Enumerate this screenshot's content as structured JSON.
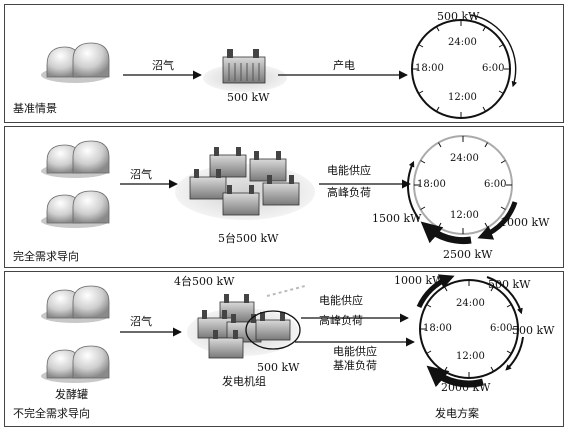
{
  "scenarios": [
    {
      "label": "基准情景",
      "arrow_in": "沼气",
      "gen_label": "500 kW",
      "arrow_out": "产电",
      "clock_top": "500 kW",
      "clock_ticks": [
        "24:00",
        "6:00",
        "12:00",
        "18:00"
      ]
    },
    {
      "label": "完全需求导向",
      "arrow_in": "沼气",
      "gen_label": "5台500 kW",
      "arrow_out_line1": "电能供应",
      "arrow_out_line2": "高峰负荷",
      "clock_ticks": [
        "24:00",
        "6:00",
        "12:00",
        "18:00"
      ],
      "power_left": "1500 kW",
      "power_right": "1000 kW",
      "power_bottom": "2500 kW"
    },
    {
      "label": "不完全需求导向",
      "tank_label": "发酵罐",
      "arrow_in": "沼气",
      "gen_top": "4台500 kW",
      "gen_label": "500 kW",
      "gen_group": "发电机组",
      "arrow_out_a_line1": "电能供应",
      "arrow_out_a_line2": "高峰负荷",
      "arrow_out_b_line1": "电能供应",
      "arrow_out_b_line2": "基准负荷",
      "clock_ticks": [
        "24:00",
        "6:00",
        "12:00",
        "18:00"
      ],
      "power_top_left": "1000 kW",
      "power_top_right": "500 kW",
      "power_right": "500 kW",
      "power_bottom": "2000 kW",
      "plan_label": "发电方案"
    }
  ]
}
